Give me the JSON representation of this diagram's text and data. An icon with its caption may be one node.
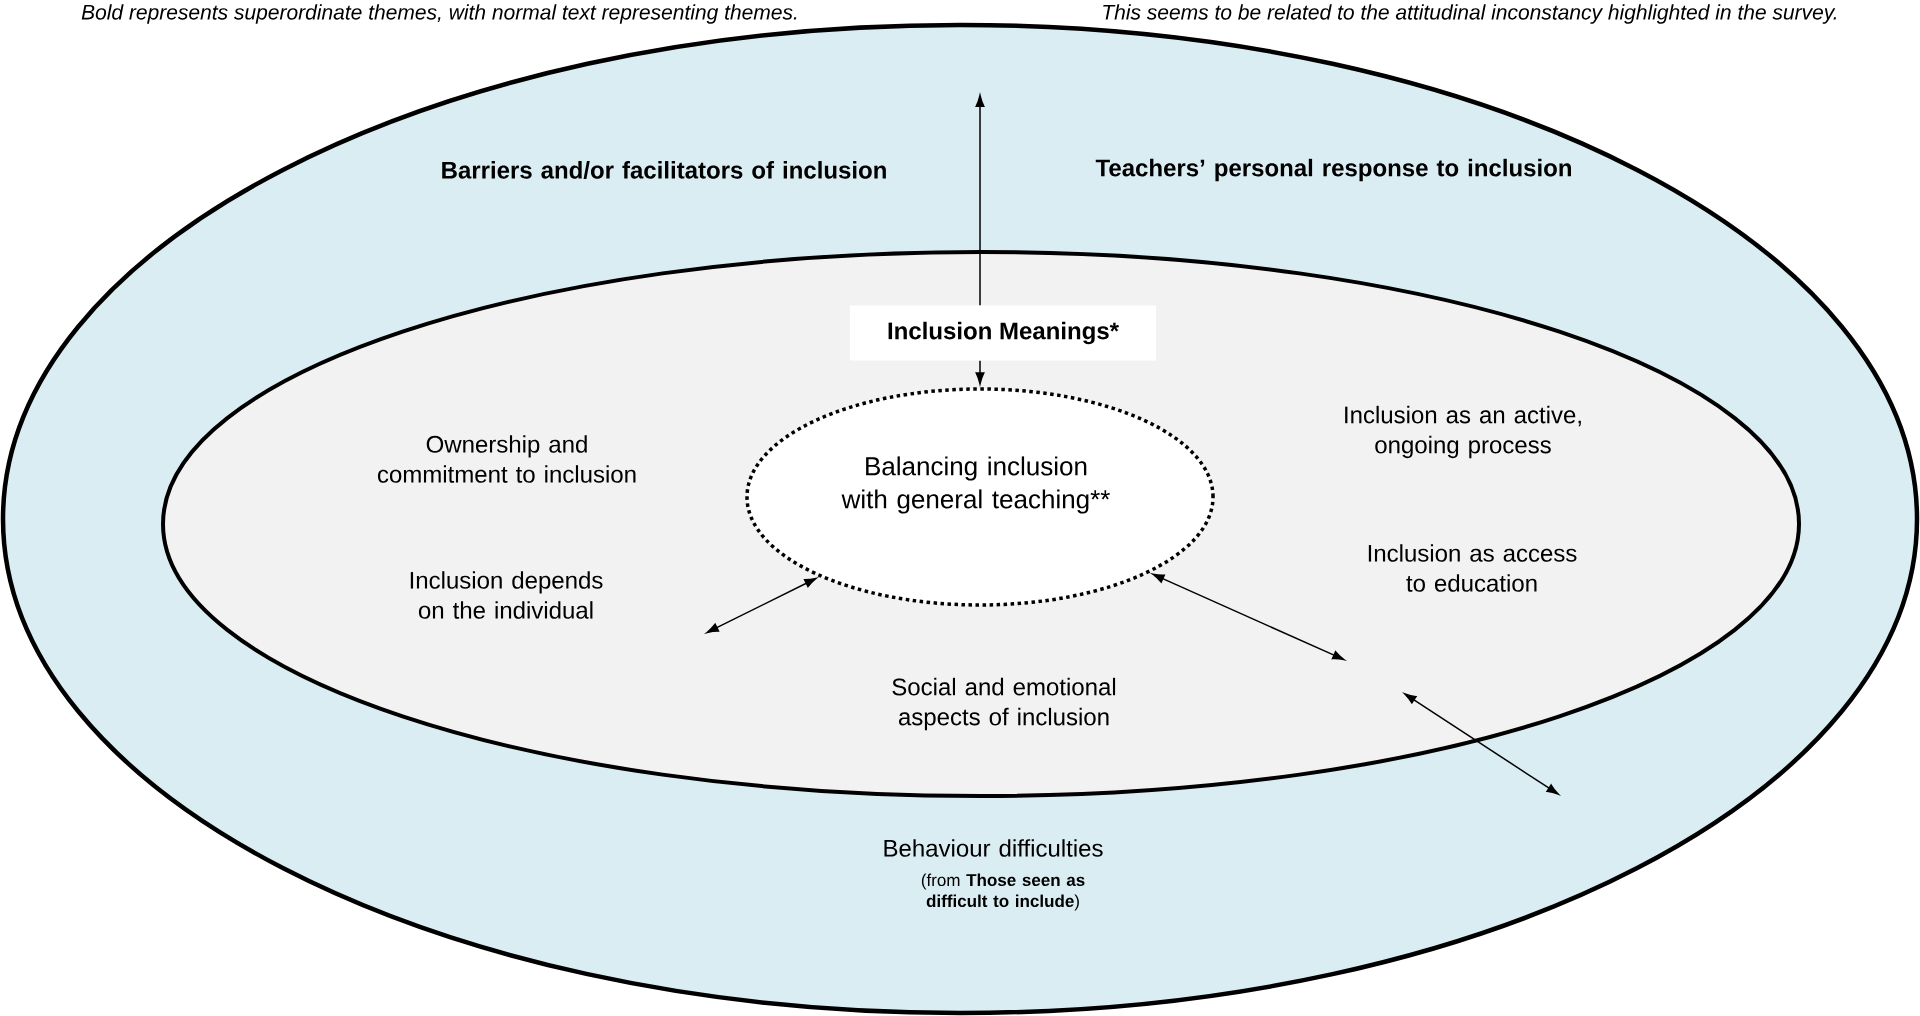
{
  "diagram": {
    "nodes": [
      {
        "text": [
          "Barriers and/or facilitators of inclusion",
          "Teachers’ personal response to inclusion",
          "Behaviour difficulties",
          "(from **Those seen as difficult to include**)"
        ]
      },
      {
        "text": [
          "Ownership and commitment to inclusion",
          "Inclusion depends on the individual",
          "Inclusion as an active, ongoing process",
          "Inclusion as access to education",
          "Social and emotional aspects of inclusion"
        ],
        "in": 0
      },
      {
        "text": [
          "Inclusion Meanings*"
        ],
        "in": 1
      },
      {
        "text": [
          "Balancing inclusion with general teaching**"
        ],
        "in": 1
      }
    ],
    "edges": [
      {
        "from": 2,
        "to": null,
        "arrow": "to"
      },
      {
        "from": 2,
        "to": 3,
        "arrow": "to"
      },
      {
        "from": null,
        "to": 3,
        "arrow": "both"
      },
      {
        "from": 3,
        "to": null,
        "arrow": "both"
      }
    ],
    "labels": [
      "Bold represents superordinate themes, with normal text representing themes.",
      "This seems to be related to the attitudinal inconstancy highlighted in the survey."
    ]
  }
}
